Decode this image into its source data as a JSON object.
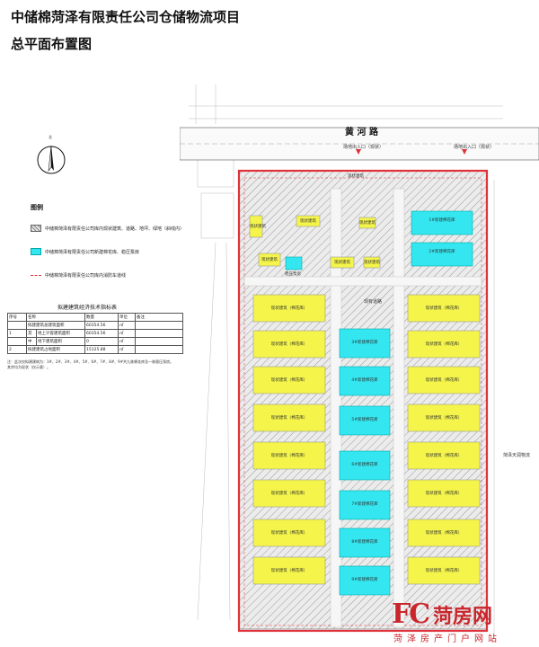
{
  "title_line1": "中储棉菏泽有限责任公司仓储物流项目",
  "title_line2": "总平面布置图",
  "north_label": "北",
  "road_name": "黄 河 路",
  "gates": [
    "场地出入口（现状）",
    "场地出入口（现状）"
  ],
  "east_neighbor": "菏泽天润物流",
  "center_road_label": "现有道路",
  "legend": {
    "title": "图例",
    "items": [
      {
        "text": "中储棉菏泽有限责任公司库内现状建筑、道路、地坪、绿地（斜线内）",
        "color": "#bdbdbd"
      },
      {
        "text": "中储棉菏泽有限责任公司新建棉花库、稳压泵房",
        "color": "#33e6f0"
      },
      {
        "text": "中储棉菏泽有限责任公司库内消防车道线",
        "color": "#e0303a"
      }
    ]
  },
  "table": {
    "caption": "拟建建筑经济技术指标表",
    "headers": [
      "序号",
      "名称",
      "数量",
      "单位",
      "备注"
    ],
    "rows": [
      {
        "no": "",
        "group": "",
        "name": "拟建建筑总建筑面积",
        "qty": "60354.56",
        "unit": "㎡"
      },
      {
        "no": "1",
        "group": "其",
        "name": "地上计容建筑面积",
        "qty": "60354.56",
        "unit": "㎡"
      },
      {
        "no": "",
        "group": "中",
        "name": "地下建筑面积",
        "qty": "0",
        "unit": "㎡"
      },
      {
        "no": "2",
        "group": "",
        "name": "拟建建筑占地面积",
        "qty": "15125.88",
        "unit": "㎡"
      }
    ],
    "note1": "注：此次仅拟建建筑为：1#、2#、3#、4#、5#、6#、7#、8#、9#共九栋棉花库及一栋稳压泵房。",
    "note2": "其余均为现状（仅示意）。"
  },
  "existing_small_labels": [
    "现状建筑",
    "现状建筑",
    "现状建筑",
    "现状建筑",
    "现状建筑",
    "现状建筑",
    "现状建筑"
  ],
  "warehouse_label": "现状建筑（棉花库）",
  "new_warehouses": [
    "1#新建棉花库",
    "2#新建棉花库",
    "3#新建棉花库",
    "4#新建棉花库",
    "5#新建棉花库",
    "6#新建棉花库",
    "7#新建棉花库",
    "8#新建棉花库",
    "9#新建棉花库"
  ],
  "pump_label": "稳压泵房",
  "watermark": {
    "logo": "FC",
    "text": "菏房网",
    "sub": "菏泽房产门户网站"
  },
  "colors": {
    "existing": "#f4f44a",
    "new": "#33e6f0",
    "redline": "#e0303a",
    "hatch": "#bdbdbd"
  }
}
